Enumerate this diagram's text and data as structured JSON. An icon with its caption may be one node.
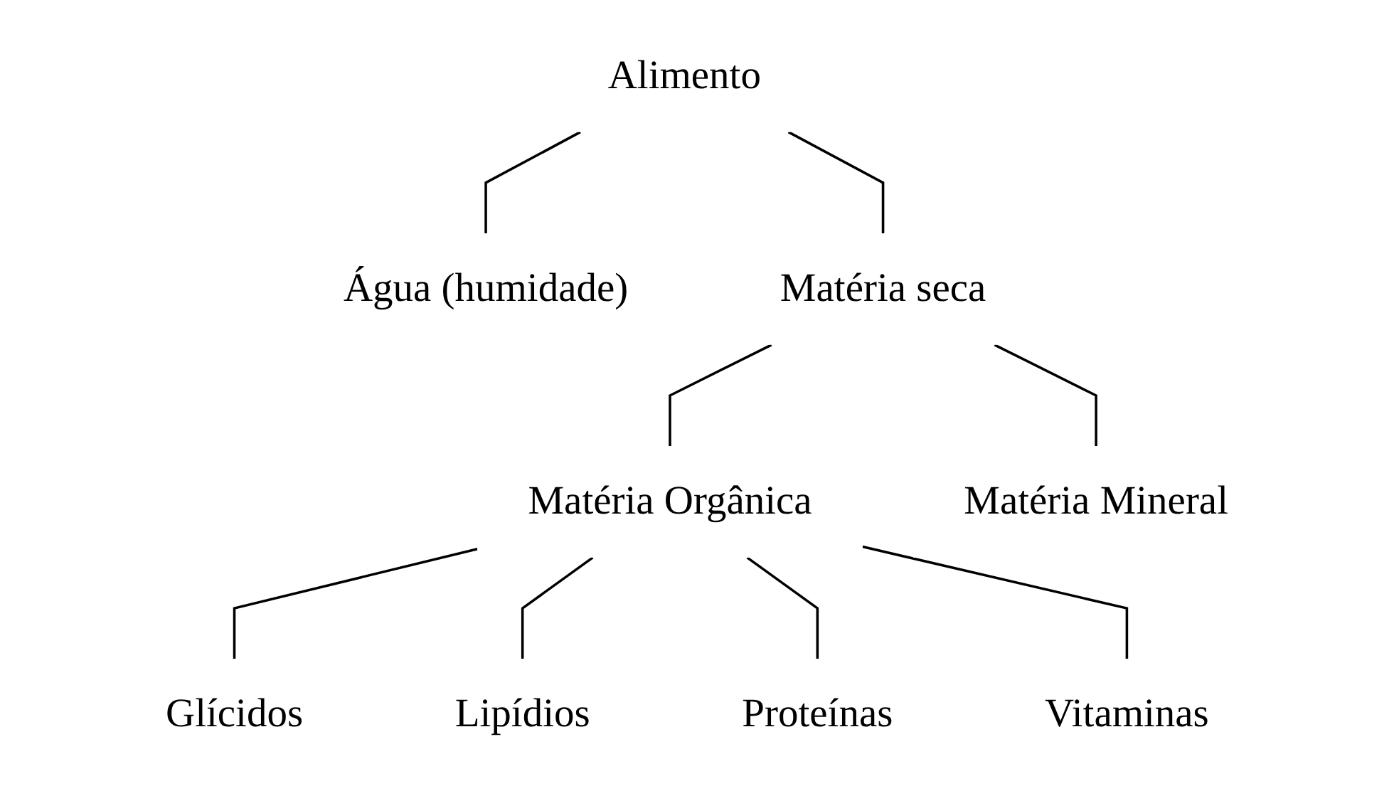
{
  "diagram": {
    "nodes": [
      {
        "text": [
          "Alimento"
        ]
      },
      {
        "text": [
          "Água (humidade)"
        ]
      },
      {
        "text": [
          "Matéria seca"
        ]
      },
      {
        "text": [
          "Matéria Orgânica"
        ]
      },
      {
        "text": [
          "Matéria Mineral"
        ]
      },
      {
        "text": [
          "Glícidos"
        ]
      },
      {
        "text": [
          "Lipídios"
        ]
      },
      {
        "text": [
          "Proteínas"
        ]
      },
      {
        "text": [
          "Vitaminas"
        ]
      }
    ],
    "edges": [
      {
        "from": 0,
        "to": 1,
        "arrow": "none"
      },
      {
        "from": 0,
        "to": 2,
        "arrow": "none"
      },
      {
        "from": 2,
        "to": 3,
        "arrow": "none"
      },
      {
        "from": 2,
        "to": 4,
        "arrow": "none"
      },
      {
        "from": 3,
        "to": 5,
        "arrow": "none"
      },
      {
        "from": 3,
        "to": 6,
        "arrow": "none"
      },
      {
        "from": 3,
        "to": 7,
        "arrow": "none"
      },
      {
        "from": 3,
        "to": 8,
        "arrow": "none"
      }
    ]
  }
}
